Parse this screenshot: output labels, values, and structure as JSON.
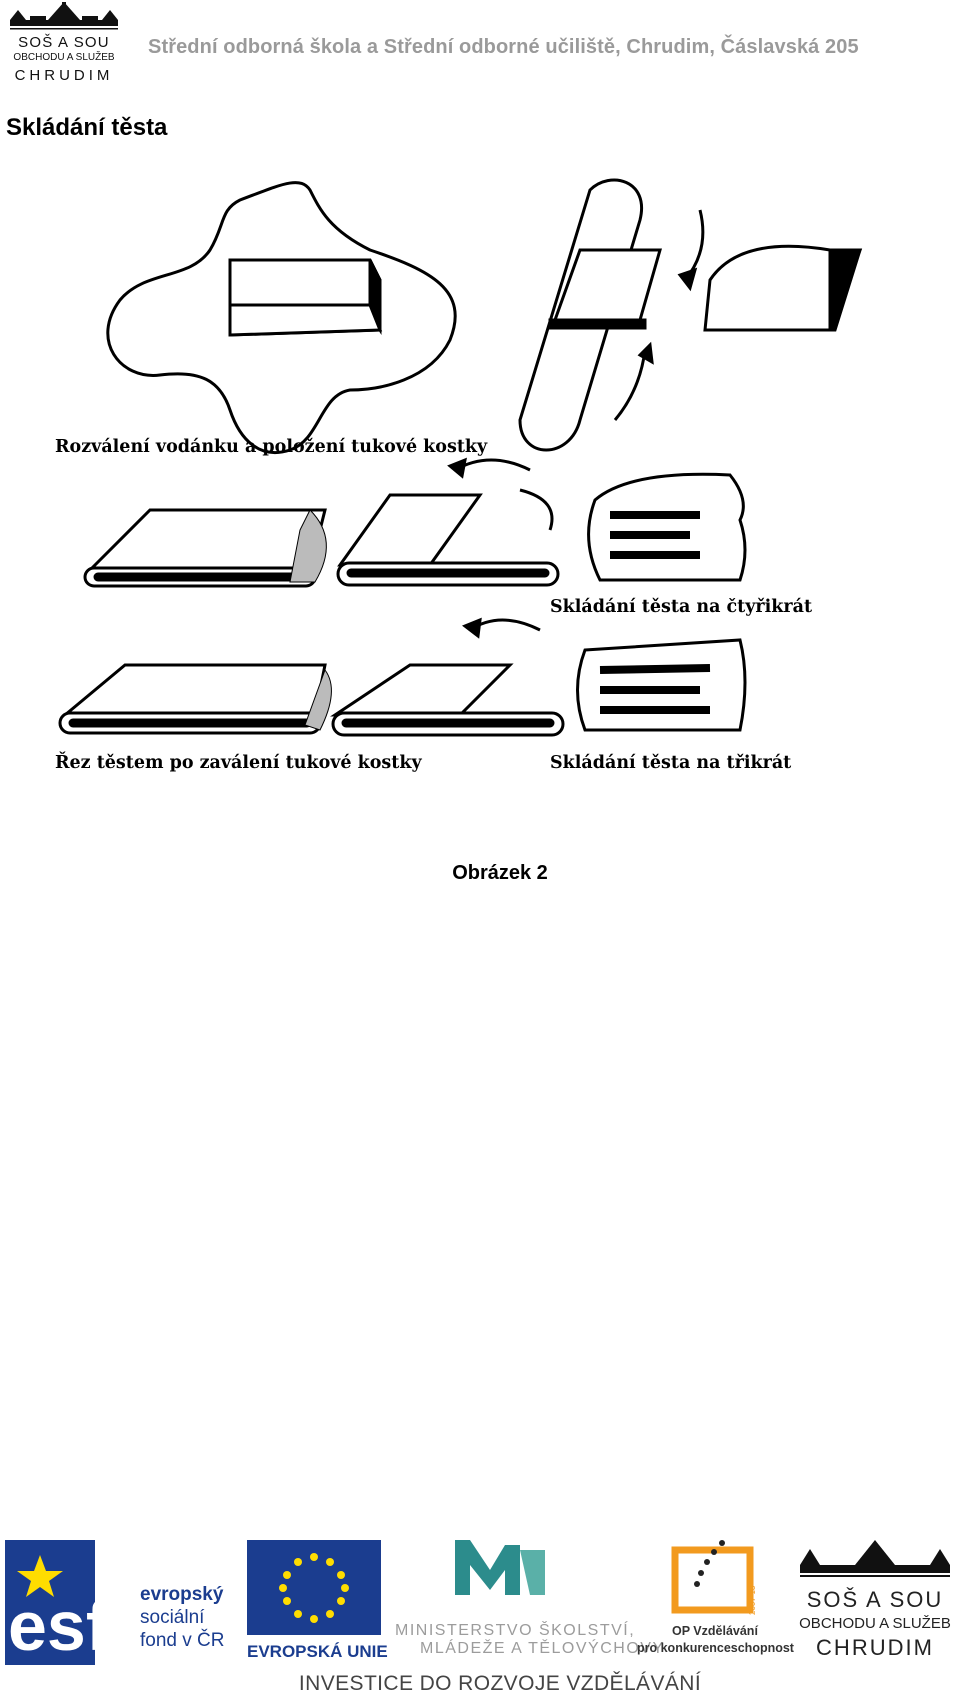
{
  "header": {
    "logo": {
      "line1": "SOŠ A SOU",
      "line2": "OBCHODU A SLUŽEB",
      "line3": "CHRUDIM"
    },
    "school_name": "Střední odborná škola a Střední odborné učiliště, Chrudim, Čáslavská 205"
  },
  "page_title": "Skládání těsta",
  "figure": {
    "labels": {
      "rolling": "Rozválení vodánku a položení tukové kostky",
      "fold_four": "Skládání těsta na čtyřikrát",
      "cross_section": "Řez těstem po zaválení tukové kostky",
      "fold_three": "Skládání těsta na třikrát"
    },
    "caption": "Obrázek 2"
  },
  "footer": {
    "esf": {
      "mark": "esf",
      "line1": "evropský",
      "line2": "sociální",
      "line3": "fond v ČR"
    },
    "eu": {
      "label": "EVROPSKÁ UNIE"
    },
    "msmt": {
      "line1": "MINISTERSTVO ŠKOLSTVÍ,",
      "line2": "MLÁDEŽE A TĚLOVÝCHOVY"
    },
    "op": {
      "years": "2007-13",
      "line1": "OP Vzdělávání",
      "line2": "pro konkurenceschopnost"
    },
    "school_logo": {
      "line1": "SOŠ A SOU",
      "line2": "OBCHODU A SLUŽEB",
      "line3": "CHRUDIM"
    },
    "motto": "INVESTICE DO ROZVOJE VZDĚLÁVÁNÍ"
  },
  "colors": {
    "header_text": "#9a9a9a",
    "esf_blue": "#1b3d8f",
    "eu_yellow": "#ffdd00",
    "msmt_teal": "#2c8c8c",
    "op_orange": "#f29a1e"
  }
}
